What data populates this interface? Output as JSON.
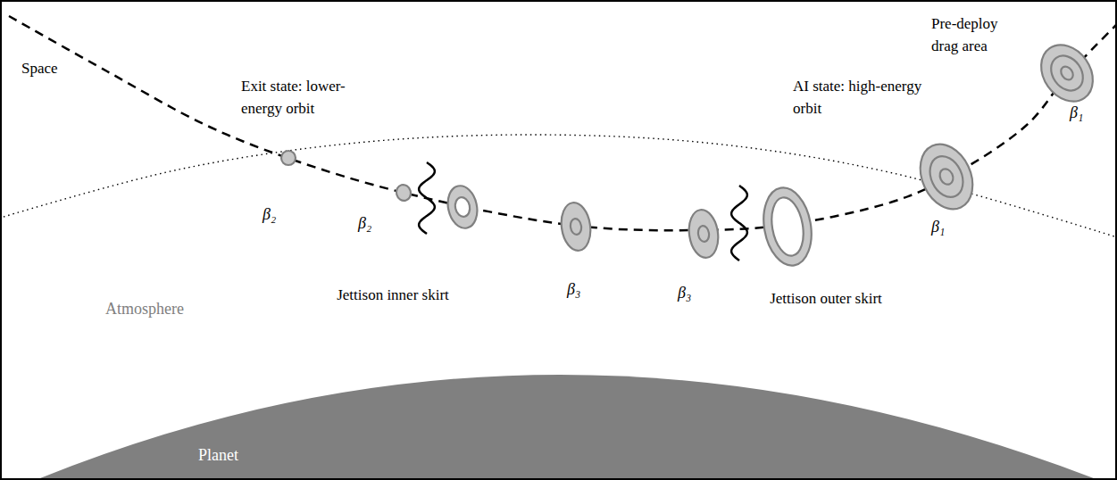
{
  "diagram": {
    "nodes": [
      {
        "text": [
          "Planet"
        ]
      }
    ],
    "labels": [
      "Pre-deploy drag area",
      "β₁",
      "Space",
      "Exit state: lower-energy orbit",
      "AI state: high-energy orbit",
      "β₂",
      "β₂",
      "β₁",
      "β₃",
      "β₃",
      "Jettison inner skirt",
      "Jettison outer skirt",
      "Atmosphere"
    ]
  }
}
